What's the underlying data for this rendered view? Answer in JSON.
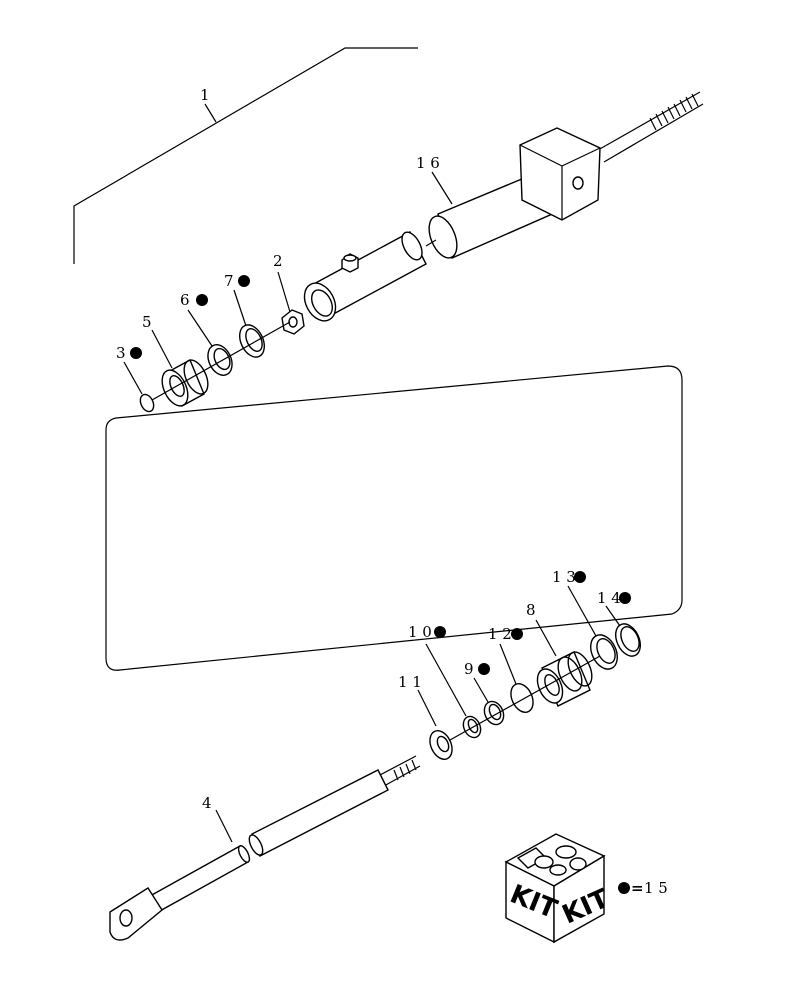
{
  "diagram": {
    "callouts": [
      {
        "id": "c1",
        "text": "1"
      },
      {
        "id": "c16",
        "text": "1 6"
      },
      {
        "id": "c2",
        "text": "2"
      },
      {
        "id": "c7",
        "text": "7"
      },
      {
        "id": "c6",
        "text": "6"
      },
      {
        "id": "c5",
        "text": "5"
      },
      {
        "id": "c3",
        "text": "3"
      },
      {
        "id": "c13",
        "text": "1 3"
      },
      {
        "id": "c14",
        "text": "1 4"
      },
      {
        "id": "c10",
        "text": "1 0"
      },
      {
        "id": "c12",
        "text": "1 2"
      },
      {
        "id": "c8",
        "text": "8"
      },
      {
        "id": "c9",
        "text": "9"
      },
      {
        "id": "c11",
        "text": "1 1"
      },
      {
        "id": "c4",
        "text": "4"
      }
    ],
    "kit": {
      "box_text_left": "KIT",
      "box_text_right": "KIT",
      "legend_symbol": "=",
      "legend_value": "1 5"
    }
  }
}
